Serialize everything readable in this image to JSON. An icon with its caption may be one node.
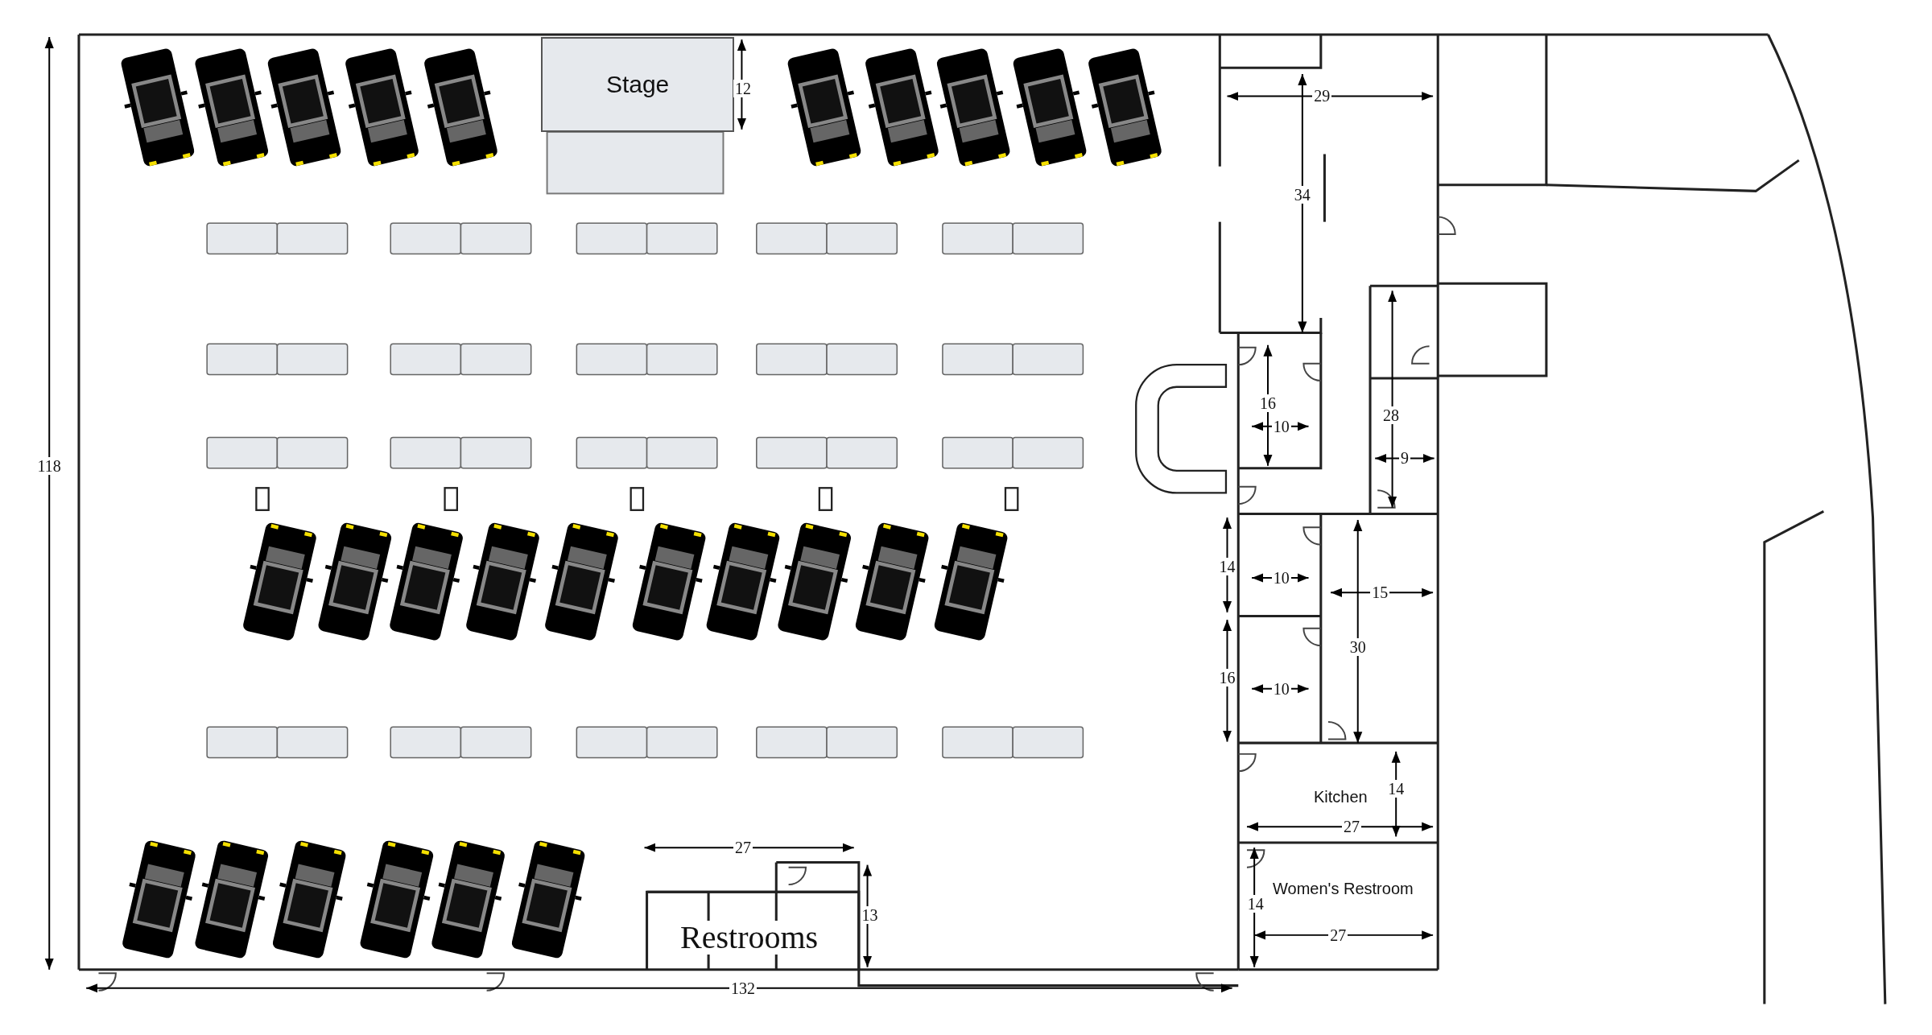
{
  "diagram": {
    "nodes": [
      {
        "text": [
          "Stage"
        ]
      },
      {
        "text": [
          "Kitchen"
        ]
      },
      {
        "text": [
          "Women's Restroom"
        ]
      },
      {
        "text": [
          "Restrooms"
        ]
      }
    ],
    "labels": [
      "12",
      "29",
      "34",
      "16",
      "28",
      "10",
      "9",
      "118",
      "14",
      "10",
      "15",
      "30",
      "16",
      "10",
      "14",
      "27",
      "27",
      "14",
      "13",
      "27",
      "132"
    ]
  }
}
